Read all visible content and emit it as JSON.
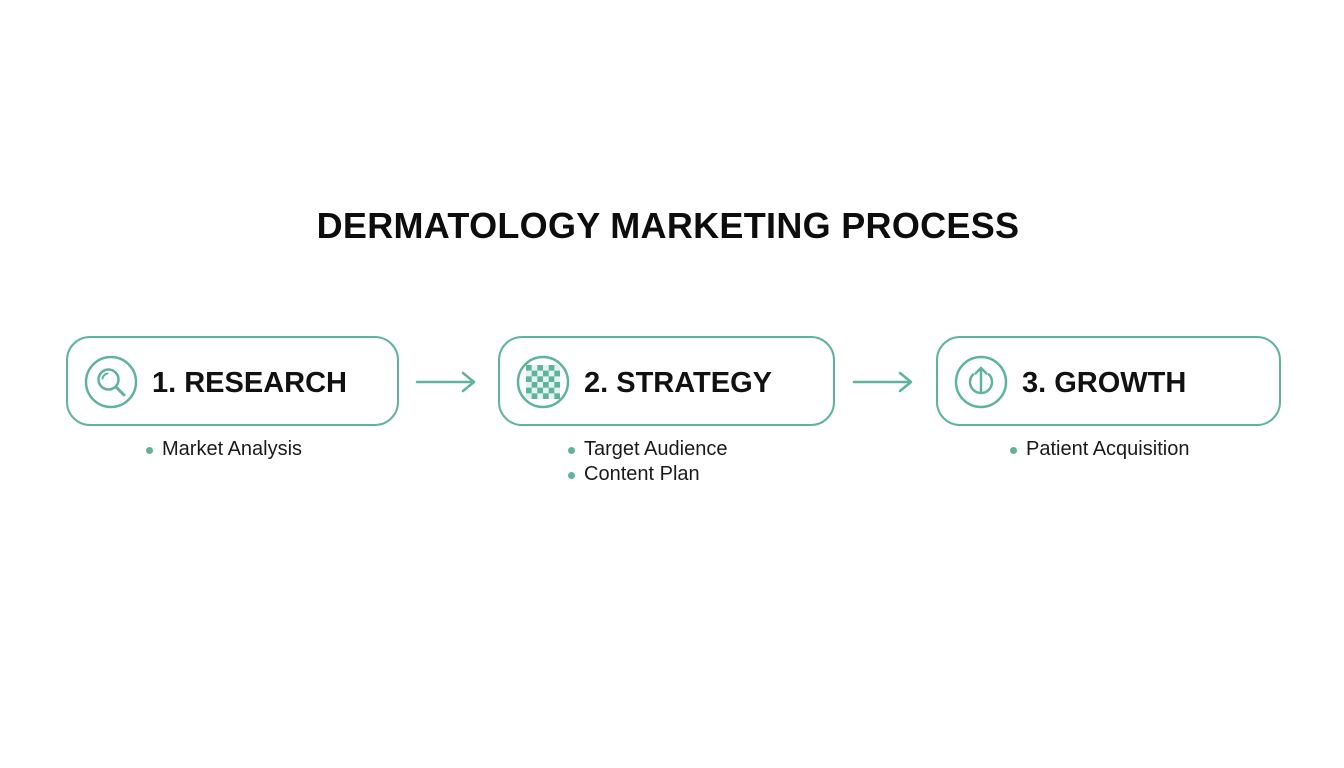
{
  "title": "DERMATOLOGY MARKETING PROCESS",
  "accent_color": "#5fb39d",
  "steps": [
    {
      "label": "1. RESEARCH",
      "icon": "magnifier-icon",
      "bullets": [
        "Market Analysis"
      ]
    },
    {
      "label": "2. STRATEGY",
      "icon": "checkerboard-icon",
      "bullets": [
        "Target Audience",
        "Content Plan"
      ]
    },
    {
      "label": "3. GROWTH",
      "icon": "upload-arrow-icon",
      "bullets": [
        "Patient Acquisition"
      ]
    }
  ],
  "connectors": [
    "arrow-right-icon",
    "arrow-right-icon"
  ]
}
